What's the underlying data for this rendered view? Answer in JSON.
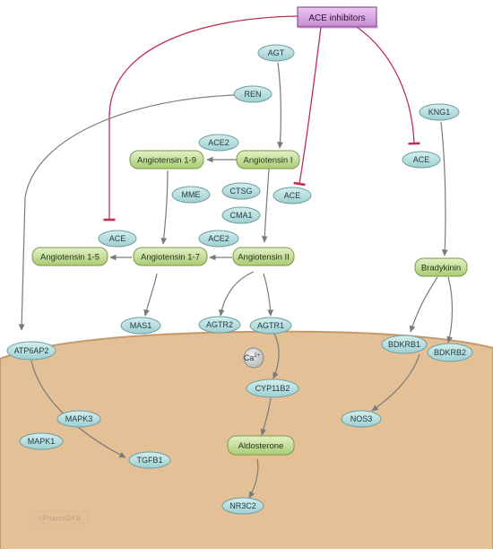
{
  "drug": {
    "label": "ACE inhibitors"
  },
  "genes": {
    "agt": "AGT",
    "ren": "REN",
    "ace2_top": "ACE2",
    "mme": "MME",
    "ctsg": "CTSG",
    "cma1": "CMA1",
    "ace_mid": "ACE",
    "ace_left": "ACE",
    "ace2_mid": "ACE2",
    "kng1": "KNG1",
    "ace_right": "ACE",
    "mas1": "MAS1",
    "agtr2": "AGTR2",
    "agtr1": "AGTR1",
    "atp6ap2": "ATP6AP2",
    "bdkrb1": "BDKRB1",
    "bdkrb2": "BDKRB2",
    "cyp11b2": "CYP11B2",
    "nos3": "NOS3",
    "mapk3": "MAPK3",
    "mapk1": "MAPK1",
    "tgfb1": "TGFB1",
    "nr3c2": "NR3C2"
  },
  "metabolites": {
    "ang1": "Angiotensin I",
    "ang19": "Angiotensin 1-9",
    "ang2": "Angiotensin II",
    "ang17": "Angiotensin 1-7",
    "ang15": "Angiotensin 1-5",
    "bradykinin": "Bradykinin",
    "aldosterone": "Aldosterone"
  },
  "ion": {
    "label": "Ca",
    "charge": "2+"
  },
  "watermark": "©PharmGKB",
  "colors": {
    "cell": "#e4c096",
    "cell_stroke": "#c49a6c",
    "gene_fill": "#b6dede",
    "gene_stroke": "#6f9ea3",
    "metab_fill": "#c7e09b",
    "metab_stroke": "#7c9a4a",
    "drug_fill": "#d9a6e3",
    "drug_stroke": "#8a4a93",
    "inhibit": "#c0304f",
    "arrow": "#7a7a7a"
  }
}
